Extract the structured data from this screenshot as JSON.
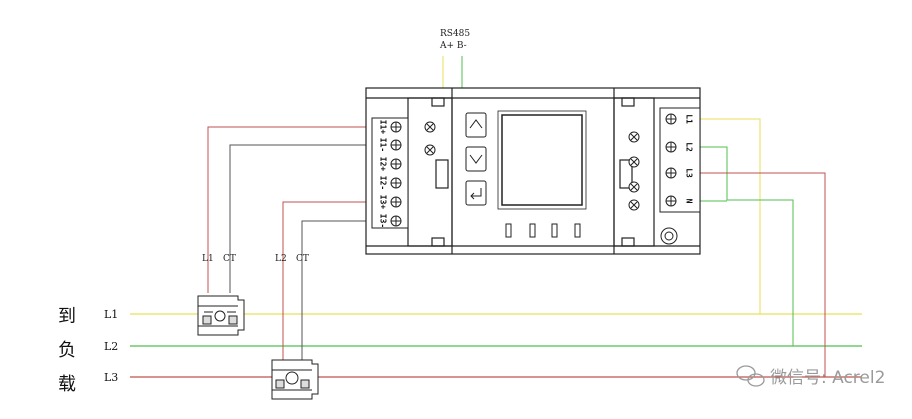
{
  "rs485": {
    "title": "RS485",
    "pins": "A+  B-"
  },
  "left_terminals": [
    "I1+",
    "I1-",
    "I2+",
    "I2-",
    "I3+",
    "I3-"
  ],
  "right_terminals": [
    "L1",
    "L2",
    "L3",
    "N"
  ],
  "ct_labels": {
    "l1": "L1",
    "l1_ct": "CT",
    "l2": "L2",
    "l2_ct": "CT"
  },
  "side_text": [
    "到",
    "负",
    "载"
  ],
  "phases": [
    "L1",
    "L2",
    "L3"
  ],
  "watermark": "微信号: Acrel2",
  "colors": {
    "L1": "#e8e05a",
    "L2": "#4fbf4f",
    "L3": "#c0504d",
    "CT": "#555555"
  }
}
